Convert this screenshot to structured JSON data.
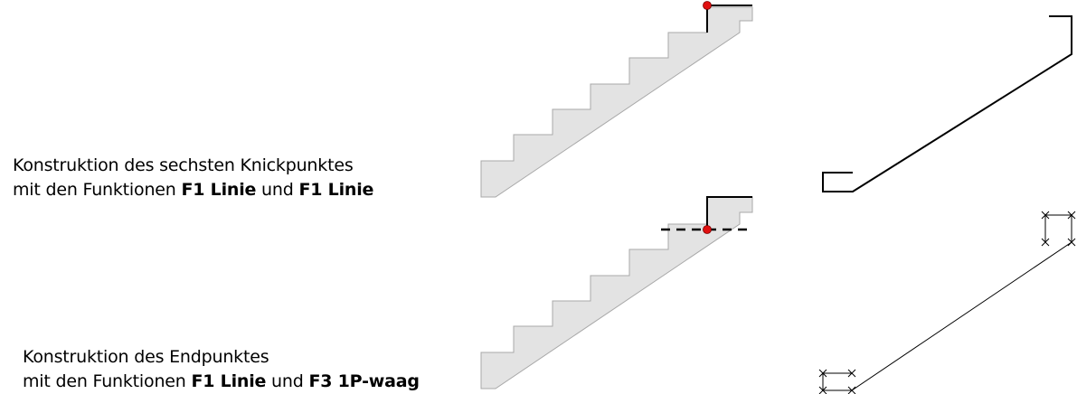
{
  "captions": [
    {
      "line1": "Konstruktion des sechsten Knickpunktes",
      "line2_prefix": "mit den Funktionen ",
      "fn1": "F1 Linie",
      "joiner": " und ",
      "fn2": "F1 Linie"
    },
    {
      "line1": "Konstruktion des Endpunktes",
      "line2_prefix": "mit den Funktionen ",
      "fn1": "F1 Linie",
      "joiner": " und ",
      "fn2": "F3 1P-waag"
    }
  ],
  "colors": {
    "stair_fill": "#e3e3e3",
    "stair_stroke": "#a8a8a8",
    "line": "#000000",
    "point": "#e01010"
  }
}
